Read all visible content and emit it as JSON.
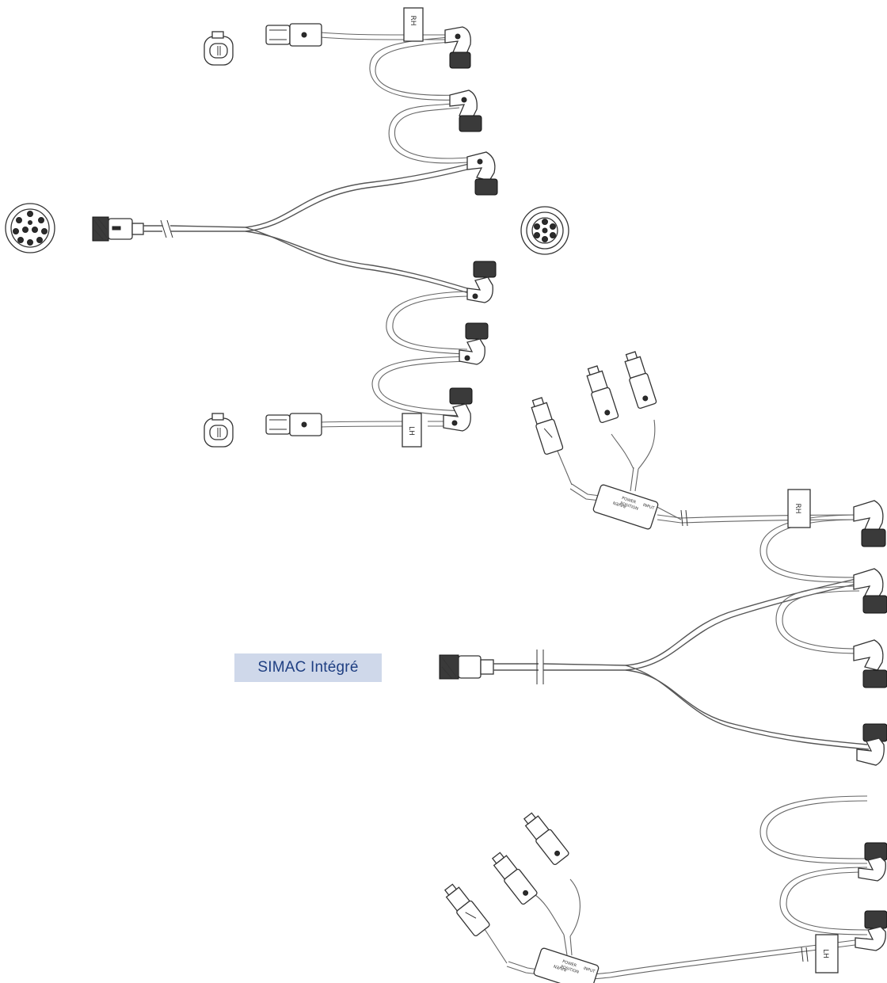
{
  "caption": "SIMAC Intégré",
  "tags": {
    "right": "RH",
    "left": "LH"
  },
  "module_brand": "RAVEN",
  "module_labels": [
    "INPUT",
    "POWER",
    "POSITION"
  ],
  "colors": {
    "caption_background": "#cfd8ea",
    "caption_text": "#1f3f82",
    "line": "#333333"
  }
}
